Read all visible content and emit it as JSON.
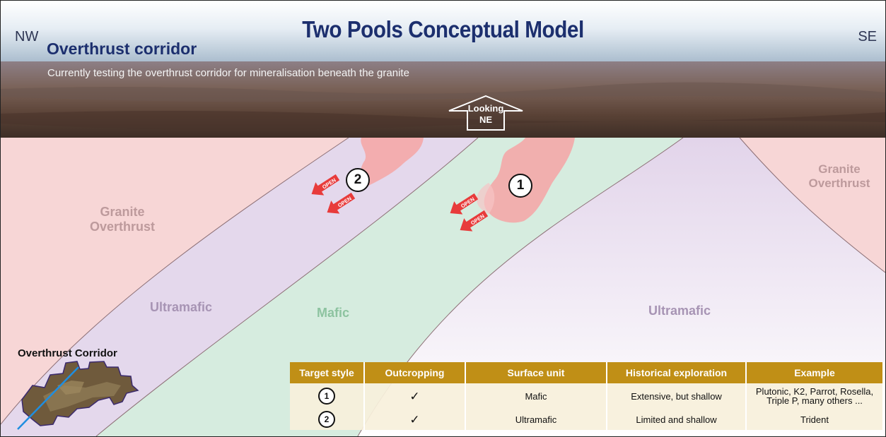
{
  "header": {
    "title": "Two Pools Conceptual Model",
    "left_dir": "NW",
    "right_dir": "SE",
    "subtitle": "Overthrust corridor",
    "tagline": "Currently testing the overthrust corridor for mineralisation beneath the granite",
    "looking_line1": "Looking",
    "looking_line2": "NE"
  },
  "units": {
    "granite_left_1": "Granite",
    "granite_left_2": "Overthrust",
    "granite_right_1": "Granite",
    "granite_right_2": "Overthrust",
    "ultramafic_left": "Ultramafic",
    "mafic": "Mafic",
    "ultramafic_right": "Ultramafic"
  },
  "targets": {
    "t1": "1",
    "t2": "2"
  },
  "open_label": "OPEN",
  "inset": {
    "label": "Overthrust Corridor"
  },
  "colors": {
    "granite": "#f7d6d6",
    "ultramafic": "#e4d8ec",
    "mafic": "#d6ecdf",
    "target": "#f4a9a9",
    "arrow": "#e83b3b",
    "title": "#1c2f6e",
    "table_header": "#c08f16"
  },
  "table": {
    "headers": [
      "Target style",
      "Outcropping",
      "Surface unit",
      "Historical exploration",
      "Example"
    ],
    "rows": [
      {
        "target": "1",
        "outcropping": "✓",
        "surface_unit": "Mafic",
        "historical": "Extensive, but shallow",
        "example_line1": "Plutonic, K2, Parrot, Rosella,",
        "example_line2": "Triple P, many others ..."
      },
      {
        "target": "2",
        "outcropping": "✓",
        "surface_unit": "Ultramafic",
        "historical": "Limited and shallow",
        "example_line1": "Trident",
        "example_line2": ""
      }
    ]
  }
}
